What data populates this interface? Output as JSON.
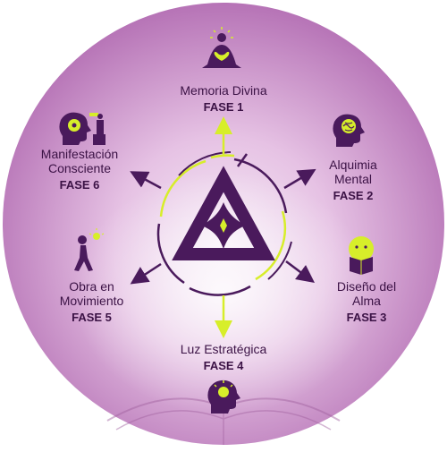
{
  "colors": {
    "accent_purple": "#4a1a5c",
    "accent_lime": "#d7ee2a",
    "bg_light": "#f4e6f4",
    "bg_mid": "#d9a8d8",
    "bg_dark": "#b56fb4"
  },
  "phases": [
    {
      "name_lines": [
        "Memoria Divina"
      ],
      "fase": "FASE 1",
      "icon": "meditation-heart-icon"
    },
    {
      "name_lines": [
        "Alquimia",
        "Mental"
      ],
      "fase": "FASE 2",
      "icon": "brain-head-icon"
    },
    {
      "name_lines": [
        "Diseño del",
        "Alma"
      ],
      "fase": "FASE 3",
      "icon": "face-reading-book-icon"
    },
    {
      "name_lines": [
        "Luz Estratégica"
      ],
      "fase": "FASE 4",
      "icon": "lightbulb-head-icon"
    },
    {
      "name_lines": [
        "Obra en",
        "Movimiento"
      ],
      "fase": "FASE 5",
      "icon": "walking-person-idea-icon"
    },
    {
      "name_lines": [
        "Manifestación",
        "Consciente"
      ],
      "fase": "FASE 6",
      "icon": "head-gears-person-icon"
    }
  ]
}
